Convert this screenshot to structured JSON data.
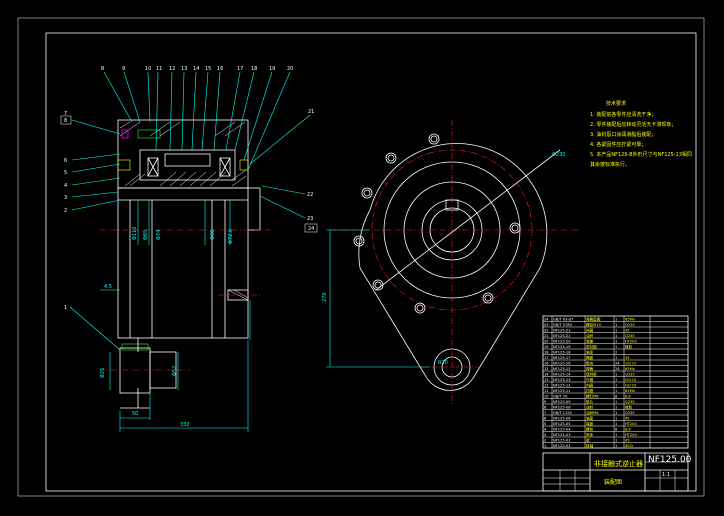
{
  "balloons_top": [
    "8",
    "9",
    "10",
    "11",
    "12",
    "13",
    "14",
    "15",
    "16",
    "17",
    "18",
    "19",
    "20"
  ],
  "balloons_left": [
    "7",
    "8",
    "6",
    "5",
    "4",
    "3",
    "2",
    "1"
  ],
  "balloons_right": [
    "21",
    "22",
    "23",
    "24"
  ],
  "dims": {
    "width_total": "332",
    "flange_len": "50",
    "small_dia": "4.5",
    "shaft_dia_a": "Φ25",
    "shaft_dia_b": "Φ52",
    "vert_1": "Φ110",
    "vert_2": "Φ85",
    "vert_3": "Φ74",
    "vert_4": "Φ80",
    "vert_5": "Φ72.6",
    "bolt_circle": "Φ230",
    "height_dim": "270",
    "hole_dia": "R30"
  },
  "notes": {
    "title": "技术要求",
    "lines": [
      "1. 装配前各零件应清洗干净；",
      "2. 零件装配后应转动灵活无卡滞现象；",
      "3. 油封唇口涂润滑脂后装配；",
      "4. 各紧固件应拧紧可靠；",
      "5. 本产品NF125-B外形尺寸与NF125-13相同",
      "   其余按标准执行。"
    ]
  },
  "title_block": {
    "drawing_no": "NF125.00",
    "name": "非接触式逆止器",
    "sheet": "装配图",
    "scale": "1:1"
  },
  "parts_rows": [
    [
      "24",
      "GB/T 93-87",
      "弹簧垫圈",
      "1",
      "65Mn",
      ""
    ],
    [
      "23",
      "GB/T 5783",
      "螺栓M10",
      "1",
      "Q235",
      ""
    ],
    [
      "22",
      "NF125-22",
      "挡圈",
      "1",
      "45",
      ""
    ],
    [
      "21",
      "NF125-21",
      "油杯",
      "1",
      "Q235",
      ""
    ],
    [
      "20",
      "NF125-20",
      "端盖",
      "1",
      "HT200",
      ""
    ],
    [
      "19",
      "NF125-19",
      "密封圈",
      "1",
      "橡胶",
      ""
    ],
    [
      "18",
      "NF125-18",
      "轴承",
      "2",
      "",
      ""
    ],
    [
      "17",
      "NF125-17",
      "隔套",
      "1",
      "45",
      ""
    ],
    [
      "16",
      "NF125-16",
      "楔块",
      "24",
      "GCr15",
      ""
    ],
    [
      "15",
      "NF125-15",
      "弹簧",
      "24",
      "65Mn",
      ""
    ],
    [
      "14",
      "NF125-14",
      "保持架",
      "1",
      "Q235",
      ""
    ],
    [
      "13",
      "NF125-13",
      "外圈",
      "1",
      "GCr15",
      ""
    ],
    [
      "12",
      "NF125-12",
      "内圈",
      "1",
      "GCr15",
      ""
    ],
    [
      "11",
      "NF125-11",
      "挡圈",
      "1",
      "65Mn",
      ""
    ],
    [
      "10",
      "GB/T 70",
      "螺钉M8",
      "8",
      "8.8",
      ""
    ],
    [
      "9",
      "NF125-09",
      "垫片",
      "1",
      "Q235",
      ""
    ],
    [
      "8",
      "NF125-08",
      "油封",
      "1",
      "橡胶",
      ""
    ],
    [
      "7",
      "GB/T 1152",
      "油杯M6",
      "1",
      "Q235",
      ""
    ],
    [
      "6",
      "NF125-06",
      "轴套",
      "1",
      "45",
      ""
    ],
    [
      "5",
      "NF125-05",
      "端盖",
      "1",
      "HT200",
      ""
    ],
    [
      "4",
      "NF125-04",
      "螺栓",
      "6",
      "8.8",
      ""
    ],
    [
      "3",
      "NF125-03",
      "壳体",
      "1",
      "HT250",
      ""
    ],
    [
      "2",
      "NF125-02",
      "键",
      "1",
      "45",
      ""
    ],
    [
      "1",
      "NF125-01",
      "转轴",
      "1",
      "40Cr",
      ""
    ]
  ]
}
